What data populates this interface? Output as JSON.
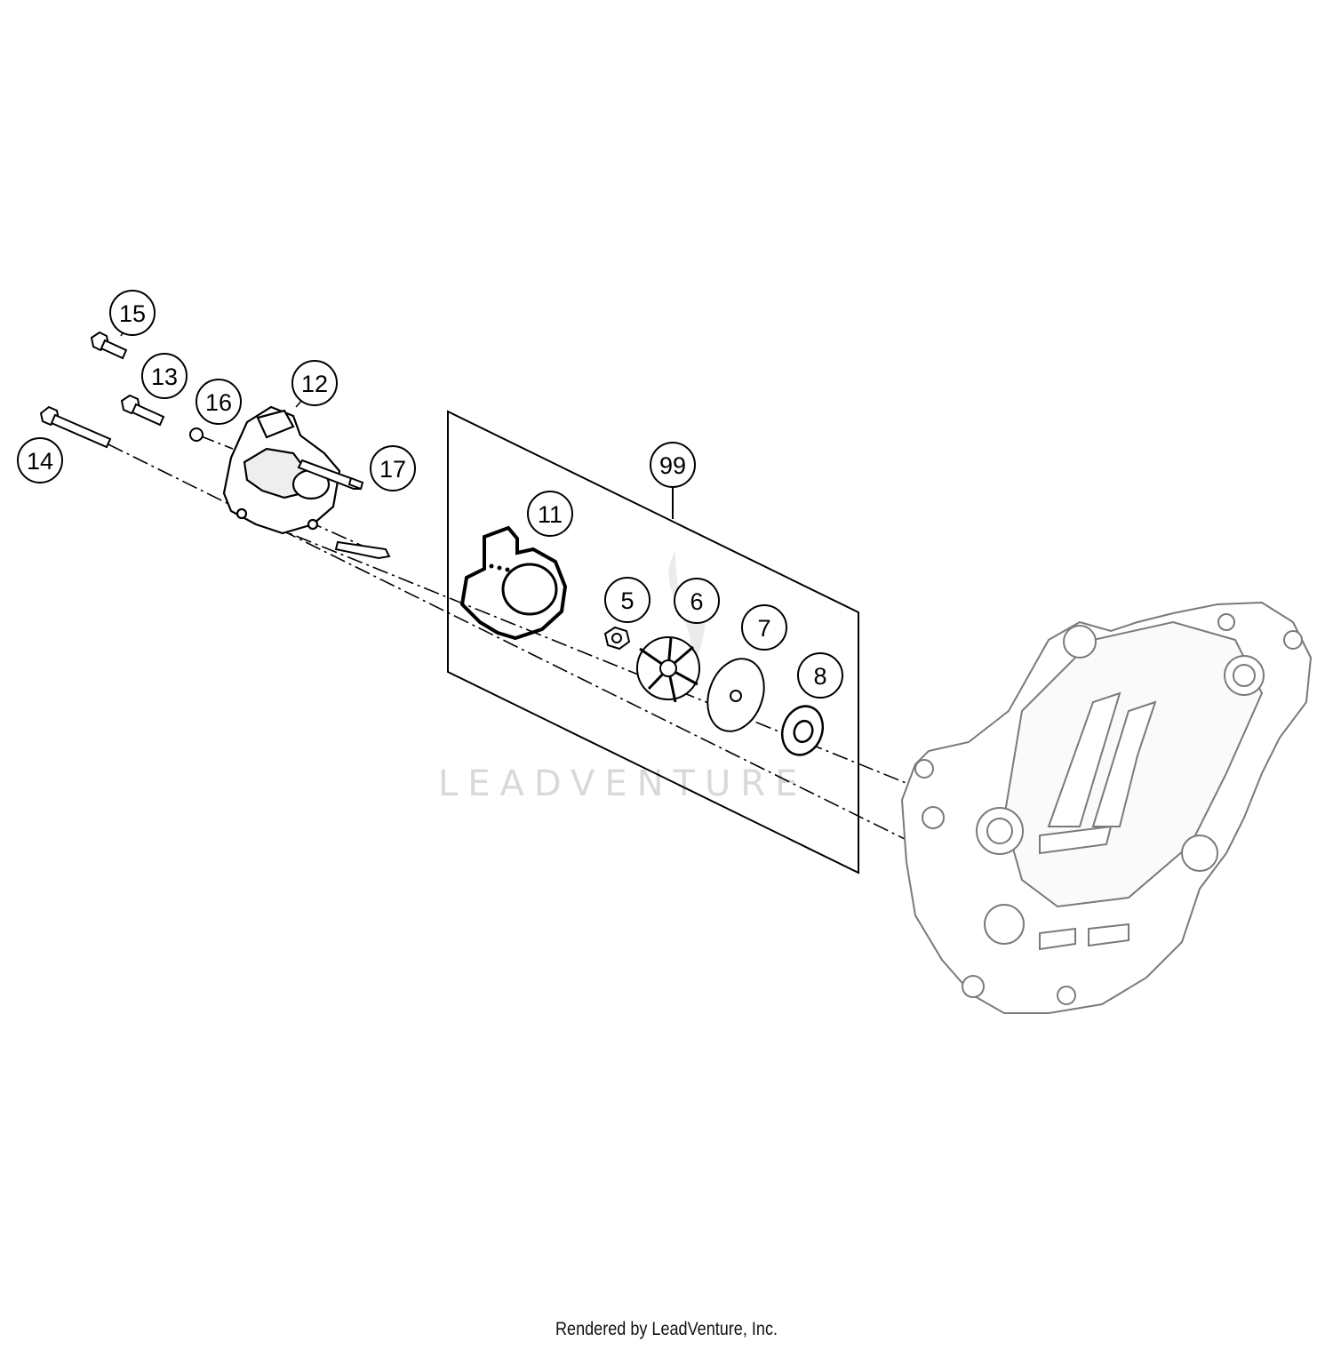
{
  "watermark": "LEADVENTURE",
  "footer": "Rendered by LeadVenture, Inc.",
  "callouts": {
    "c15": "15",
    "c13": "13",
    "c16": "16",
    "c12": "12",
    "c14": "14",
    "c17": "17",
    "c99": "99",
    "c11": "11",
    "c5": "5",
    "c6": "6",
    "c7": "7",
    "c8": "8"
  },
  "colors": {
    "line": "#000000",
    "housing": "#7a7a7a",
    "watermark": "#d9d9d9"
  }
}
